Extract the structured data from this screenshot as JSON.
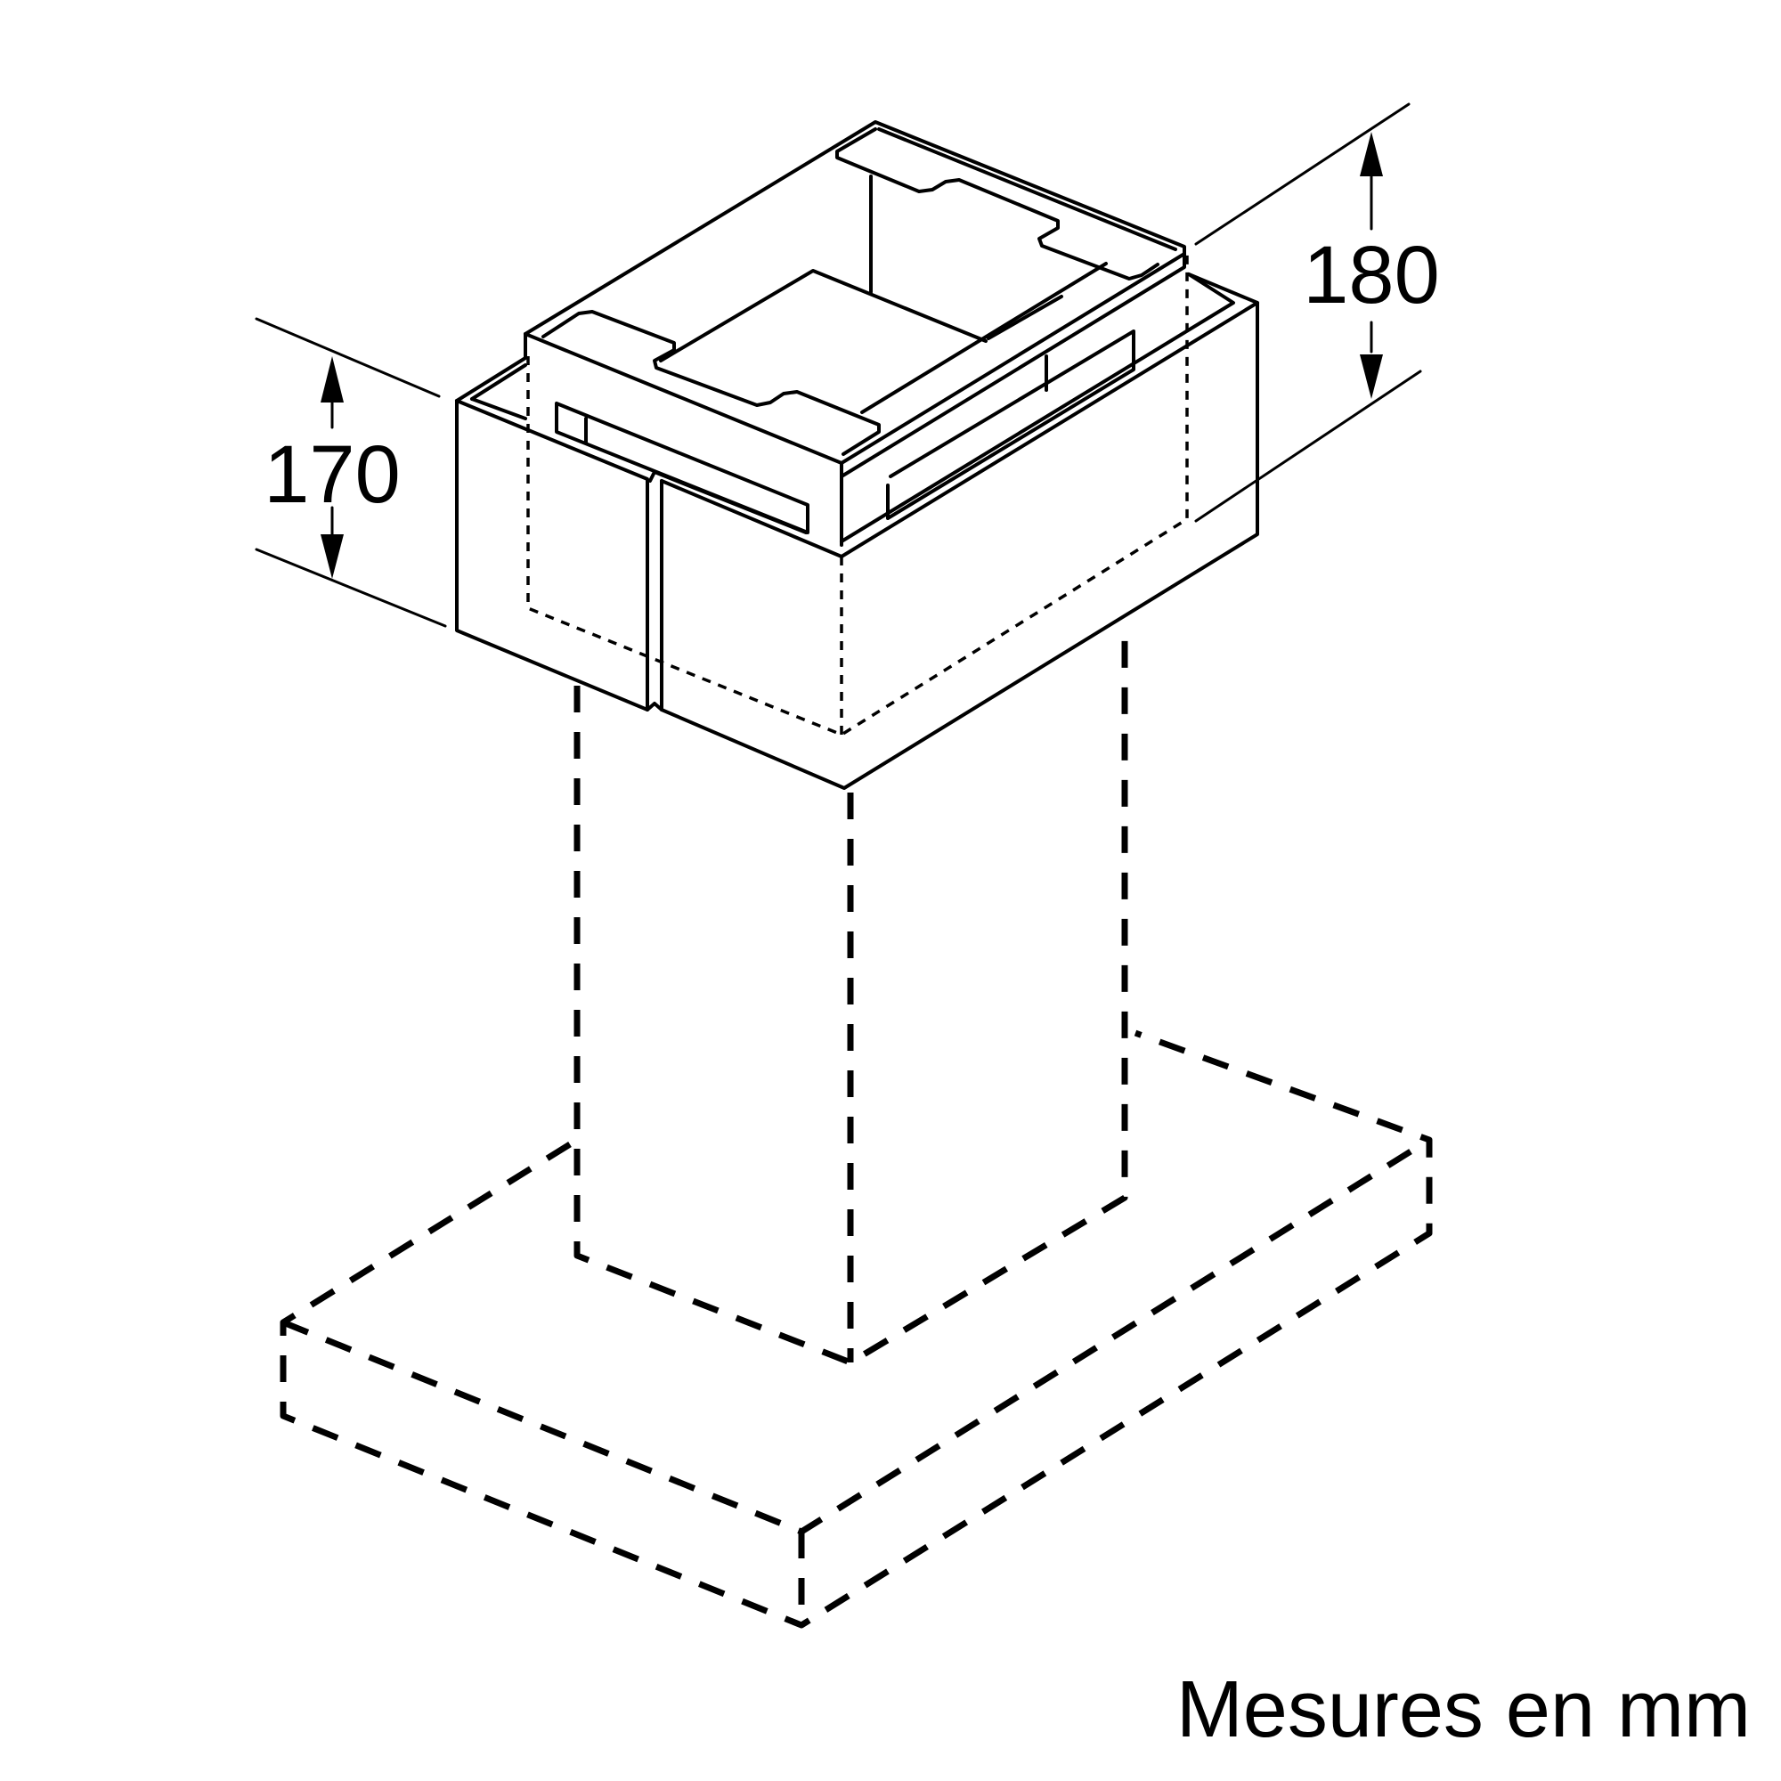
{
  "dimensions": {
    "upper": {
      "value": "180"
    },
    "lower": {
      "value": "170"
    }
  },
  "caption": "Mesures en mm",
  "colors": {
    "line": "#000000",
    "background": "#ffffff"
  }
}
